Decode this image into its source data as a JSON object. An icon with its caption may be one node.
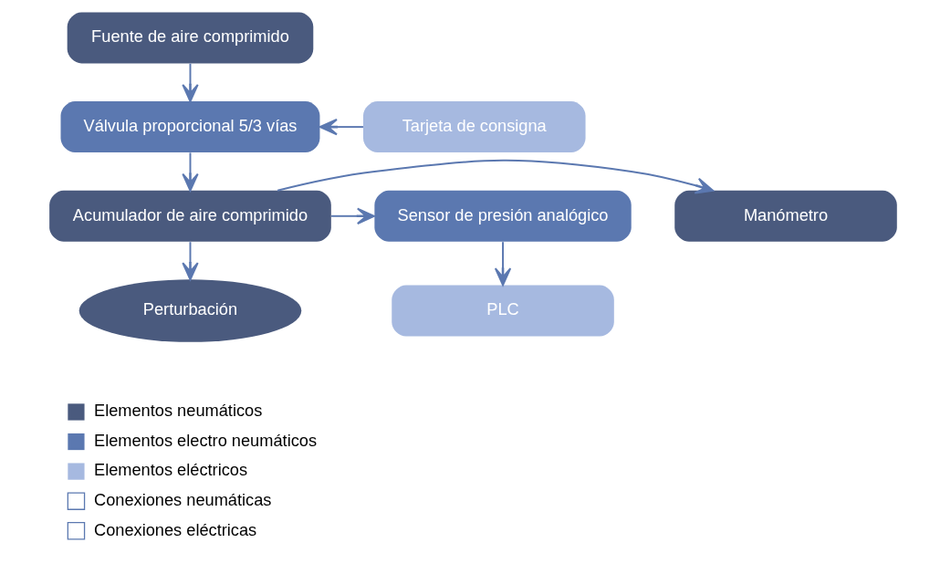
{
  "diagram": {
    "nodes": [
      {
        "text": [
          "Fuente de aire comprimido"
        ]
      },
      {
        "text": [
          "Válvula proporcional 5/3 vías"
        ]
      },
      {
        "text": [
          "Tarjeta de consigna"
        ]
      },
      {
        "text": [
          "Manómetro"
        ]
      },
      {
        "text": [
          "Acumulador de aire comprimido"
        ]
      },
      {
        "text": [
          "Sensor de presión analógico"
        ]
      },
      {
        "text": [
          "Perturbación"
        ]
      },
      {
        "text": [
          "PLC"
        ]
      }
    ],
    "edges": [
      {
        "from": 0,
        "to": 1,
        "arrow": "to"
      },
      {
        "from": 2,
        "to": 1,
        "arrow": "to"
      },
      {
        "from": 1,
        "to": 4,
        "arrow": "to"
      },
      {
        "from": 4,
        "to": 3,
        "arrow": "to"
      },
      {
        "from": 4,
        "to": 5,
        "arrow": "to"
      },
      {
        "from": 4,
        "to": 6,
        "arrow": "to"
      },
      {
        "from": 5,
        "to": 7,
        "arrow": "to"
      }
    ],
    "legend": [
      {
        "text": "Elementos neumáticos",
        "color": "#4a5a7e"
      },
      {
        "text": "Elementos electro neumáticos",
        "color": "#5b78b0"
      },
      {
        "text": "Elementos eléctricos",
        "color": "#a6b9e0"
      },
      {
        "text": "Conexiones neumáticas"
      },
      {
        "text": "Conexiones eléctricas"
      }
    ]
  }
}
